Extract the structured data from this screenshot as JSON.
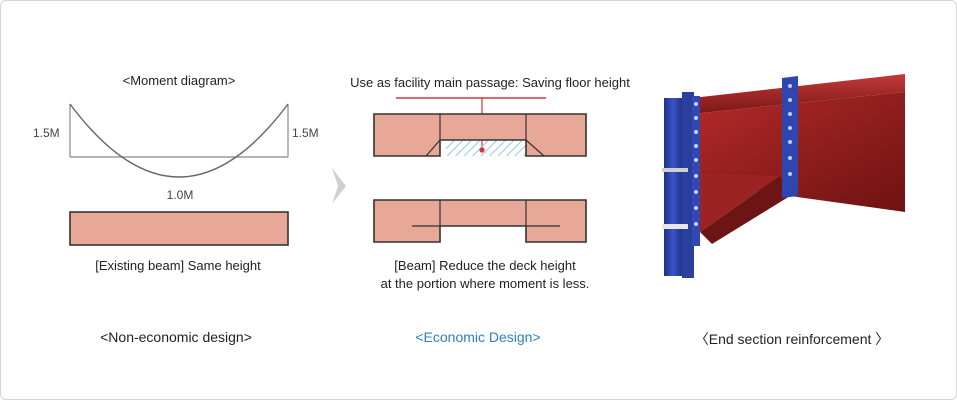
{
  "left": {
    "title": "<Moment diagram>",
    "label_left": "1.5M",
    "label_right": "1.5M",
    "label_center": "1.0M",
    "beam_caption": "[Existing beam] Same height",
    "section_caption": "<Non-economic design>"
  },
  "middle": {
    "title": "Use as facility main passage: Saving floor height",
    "beam_caption_line1": "[Beam] Reduce the deck height",
    "beam_caption_line2": "at the portion where moment is less.",
    "section_caption": "<Economic Design>"
  },
  "right": {
    "section_caption": "〈End section reinforcement 〉"
  },
  "colors": {
    "beam_fill": "#e8a898",
    "beam_stroke": "#333333",
    "red_line": "#e0303a",
    "hatch": "#8fc8e8",
    "steel_red": "#8e1a1a",
    "steel_blue": "#2a3f9e",
    "accent_blue": "#2f7fc4",
    "arrow": "#d0d0d0"
  }
}
